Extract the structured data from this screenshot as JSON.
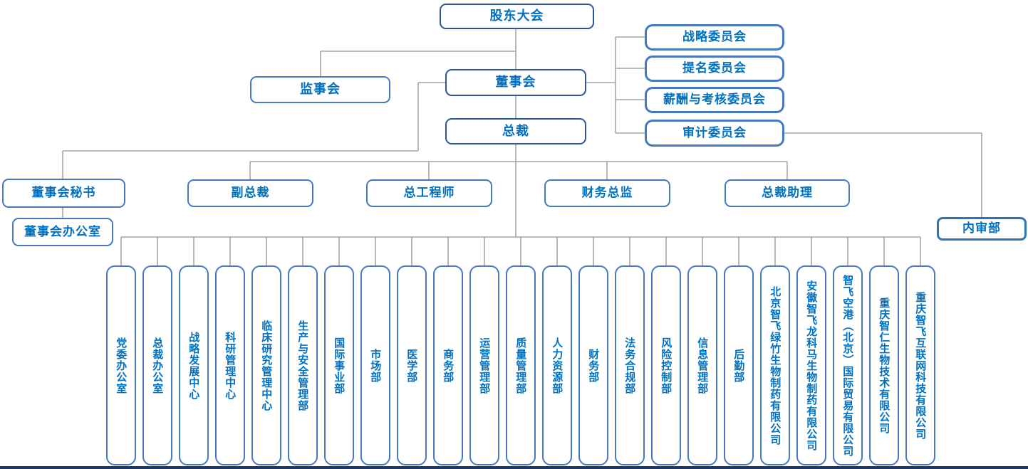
{
  "colors": {
    "border_dark": "#2c5699",
    "border_light": "#4679c2",
    "border_bright": "#2e75b6",
    "text": "#0070c0",
    "line": "#a6a6a6",
    "footer": "#1f3864"
  },
  "org": {
    "shareholders": "股东大会",
    "supervisory": "监事会",
    "board": "董事会",
    "president": "总裁",
    "committees": [
      "战略委员会",
      "提名委员会",
      "薪酬与考核委员会",
      "审计委员会"
    ],
    "secretary": "董事会秘书",
    "vice_president": "副总裁",
    "chief_engineer": "总工程师",
    "finance_director": "财务总监",
    "president_assistant": "总裁助理",
    "board_office": "董事会办公室",
    "internal_audit": "内审部",
    "departments": [
      "党委办公室",
      "总裁办公室",
      "战略发展中心",
      "科研管理中心",
      "临床研究管理中心",
      "生产与安全管理部",
      "国际事业部",
      "市场部",
      "医学部",
      "商务部",
      "运营管理部",
      "质量管理部",
      "人力资源部",
      "财务部",
      "法务合规部",
      "风险控制部",
      "信息管理部",
      "后勤部",
      "北京智飞绿竹生物制药有限公司",
      "安徽智飞龙科马生物制药有限公司",
      "智飞空港（北京）国际贸易有限公司",
      "重庆智仁生物技术有限公司",
      "重庆智飞互联网科技有限公司"
    ]
  }
}
